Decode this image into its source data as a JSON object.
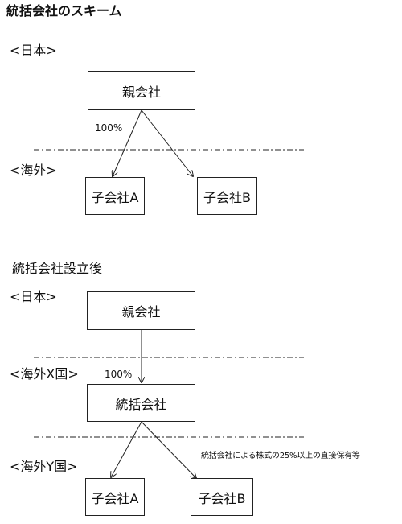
{
  "section1": {
    "title": "統括会社のスキーム",
    "region_japan": "<日本>",
    "region_overseas": "<海外>",
    "parent": "親会社",
    "child_a": "子会社A",
    "child_b": "子会社B",
    "ownership": "100%"
  },
  "section2": {
    "title": "統括会社設立後",
    "region_japan": "<日本>",
    "region_overseas_x": "<海外X国>",
    "region_overseas_y": "<海外Y国>",
    "parent": "親会社",
    "holding": "統括会社",
    "child_a": "子会社A",
    "child_b": "子会社B",
    "ownership": "100%",
    "note": "統括会社による株式の25%以上の直接保有等"
  },
  "colors": {
    "line": "#222222",
    "background": "#ffffff"
  }
}
